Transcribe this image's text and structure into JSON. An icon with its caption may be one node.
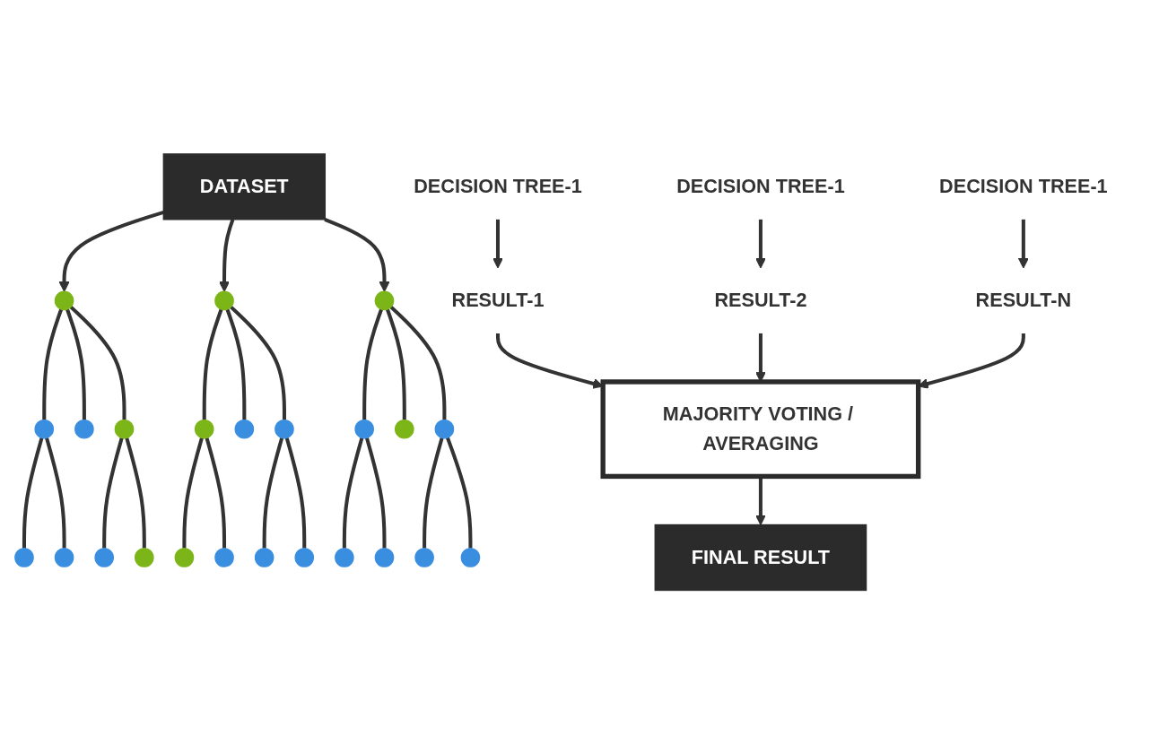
{
  "diagram": {
    "nodes": [
      {
        "text": [
          "DATASET"
        ]
      },
      {
        "text": [],
        "shape": "circle"
      },
      {
        "text": [],
        "shape": "circle"
      },
      {
        "text": [],
        "shape": "circle"
      },
      {
        "text": [],
        "shape": "circle"
      },
      {
        "text": [],
        "shape": "circle"
      },
      {
        "text": [],
        "shape": "circle"
      },
      {
        "text": [],
        "shape": "circle"
      },
      {
        "text": [],
        "shape": "circle"
      },
      {
        "text": [],
        "shape": "circle"
      },
      {
        "text": [],
        "shape": "circle"
      },
      {
        "text": [],
        "shape": "circle"
      },
      {
        "text": [],
        "shape": "circle"
      },
      {
        "text": [],
        "shape": "circle"
      },
      {
        "text": [],
        "shape": "circle"
      },
      {
        "text": [],
        "shape": "circle"
      },
      {
        "text": [],
        "shape": "circle"
      },
      {
        "text": [],
        "shape": "circle"
      },
      {
        "text": [],
        "shape": "circle"
      },
      {
        "text": [],
        "shape": "circle"
      },
      {
        "text": [],
        "shape": "circle"
      },
      {
        "text": [],
        "shape": "circle"
      },
      {
        "text": [],
        "shape": "circle"
      },
      {
        "text": [],
        "shape": "circle"
      },
      {
        "text": [],
        "shape": "circle"
      },
      {
        "text": [
          "DECISION TREE-1"
        ]
      },
      {
        "text": [
          "DECISION TREE-1"
        ]
      },
      {
        "text": [
          "DECISION TREE-1"
        ]
      },
      {
        "text": [
          "RESULT-1"
        ]
      },
      {
        "text": [
          "RESULT-2"
        ]
      },
      {
        "text": [
          "RESULT-N"
        ]
      },
      {
        "text": [
          "MAJORITY VOTING / AVERAGING"
        ]
      },
      {
        "text": [
          "FINAL RESULT"
        ]
      }
    ],
    "edges": [
      {
        "from": 0,
        "to": 1,
        "arrow": "to"
      },
      {
        "from": 0,
        "to": 9,
        "arrow": "to"
      },
      {
        "from": 0,
        "to": 17,
        "arrow": "to"
      },
      {
        "from": 1,
        "to": 2,
        "arrow": "none"
      },
      {
        "from": 1,
        "to": 3,
        "arrow": "none"
      },
      {
        "from": 1,
        "to": 4,
        "arrow": "none"
      },
      {
        "from": 2,
        "to": 5,
        "arrow": "none"
      },
      {
        "from": 2,
        "to": 6,
        "arrow": "none"
      },
      {
        "from": 4,
        "to": 7,
        "arrow": "none"
      },
      {
        "from": 4,
        "to": 8,
        "arrow": "none"
      },
      {
        "from": 9,
        "to": 10,
        "arrow": "none"
      },
      {
        "from": 9,
        "to": 11,
        "arrow": "none"
      },
      {
        "from": 9,
        "to": 12,
        "arrow": "none"
      },
      {
        "from": 10,
        "to": 13,
        "arrow": "none"
      },
      {
        "from": 10,
        "to": 14,
        "arrow": "none"
      },
      {
        "from": 12,
        "to": 15,
        "arrow": "none"
      },
      {
        "from": 12,
        "to": 16,
        "arrow": "none"
      },
      {
        "from": 17,
        "to": 18,
        "arrow": "none"
      },
      {
        "from": 17,
        "to": 19,
        "arrow": "none"
      },
      {
        "from": 17,
        "to": 20,
        "arrow": "none"
      },
      {
        "from": 18,
        "to": 21,
        "arrow": "none"
      },
      {
        "from": 18,
        "to": 22,
        "arrow": "none"
      },
      {
        "from": 20,
        "to": 23,
        "arrow": "none"
      },
      {
        "from": 20,
        "to": 24,
        "arrow": "none"
      },
      {
        "from": 25,
        "to": 28,
        "arrow": "to"
      },
      {
        "from": 26,
        "to": 29,
        "arrow": "to"
      },
      {
        "from": 27,
        "to": 30,
        "arrow": "to"
      },
      {
        "from": 28,
        "to": 31,
        "arrow": "to"
      },
      {
        "from": 29,
        "to": 31,
        "arrow": "to"
      },
      {
        "from": 30,
        "to": 31,
        "arrow": "to"
      },
      {
        "from": 31,
        "to": 32,
        "arrow": "to"
      }
    ]
  }
}
